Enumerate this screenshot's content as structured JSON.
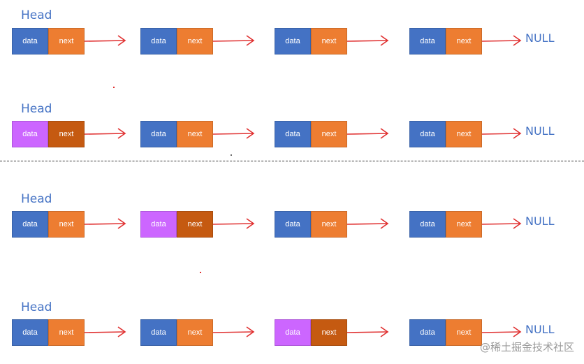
{
  "labels": {
    "head": "Head",
    "data": "data",
    "next": "next",
    "null": "NULL"
  },
  "colors": {
    "data_normal": "#4472c4",
    "next_normal": "#ed7d31",
    "data_highlight": "#cc66ff",
    "next_highlight": "#c55a11",
    "arrow": "#e03030",
    "text_blue": "#4472c4"
  },
  "lists": [
    {
      "highlighted_node": null
    },
    {
      "highlighted_node": 0
    },
    {
      "highlighted_node": 1
    },
    {
      "highlighted_node": 2
    }
  ],
  "watermark": "@稀土掘金技术社区"
}
